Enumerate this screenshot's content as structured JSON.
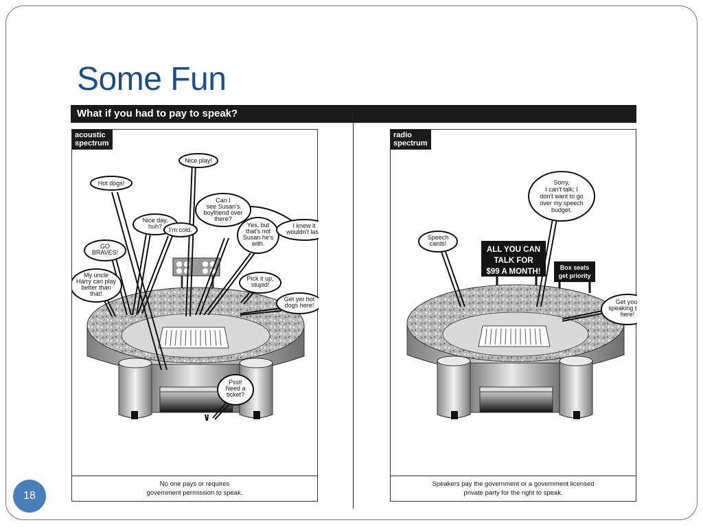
{
  "slide": {
    "title": "Some Fun",
    "page_number": "18"
  },
  "comic": {
    "banner": "What if you had to pay to speak?",
    "left_panel": {
      "label_line1": "acoustic",
      "label_line2": "spectrum",
      "bubbles": {
        "nice_play": [
          "Nice play!"
        ],
        "hot_dogs": [
          "Hot dogs!"
        ],
        "can_i_see_susan": [
          "Can I",
          "see Susan's",
          "boyfriend over",
          "there?"
        ],
        "nice_day": [
          "Nice day,",
          "huh?"
        ],
        "im_cold": [
          "I'm cold."
        ],
        "yes_but": [
          "Yes, but",
          "that's not",
          "Susan he's",
          "with."
        ],
        "i_knew_it": [
          "I knew it",
          "wouldn't last."
        ],
        "go_braves": [
          "GO",
          "BRAVES!"
        ],
        "my_uncle": [
          "My uncle",
          "Harry can play",
          "better than",
          "that!"
        ],
        "pick_it_up": [
          "Pick it up,",
          "stupid!"
        ],
        "get_yer_hot_dogs": [
          "Get yer hot",
          "dogs here!"
        ],
        "psst": [
          "Psst!",
          "Need a",
          "ticket?"
        ]
      },
      "caption": "No one pays or requires\ngovernment permission to speak."
    },
    "right_panel": {
      "label_line1": "radio",
      "label_line2": "spectrum",
      "bubbles": {
        "sorry": [
          "Sorry,",
          "I can't talk; I",
          "don't want to go",
          "over my speech",
          "budget."
        ],
        "speech_cards": [
          "Speech",
          "cards!"
        ],
        "get_your_speaking_time": [
          "Get your",
          "speaking time",
          "here!"
        ]
      },
      "signs": {
        "talk_line1": "ALL YOU CAN",
        "talk_line2": "TALK FOR",
        "talk_line3": "$99 A MONTH!",
        "box_line1": "Box seats",
        "box_line2": "get priority"
      },
      "caption": "Speakers pay the government or a government licensed\nprivate party for the right to speak."
    }
  }
}
